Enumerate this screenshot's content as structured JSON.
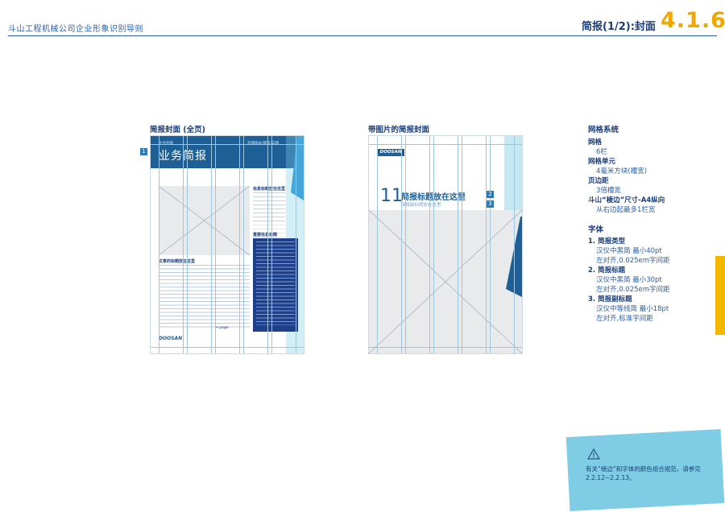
{
  "header": {
    "doc_title": "斗山工程机械公司企业形象识别导则",
    "section_title": "简报(1/2):封面",
    "section_number": "4.1.6"
  },
  "left_page": {
    "caption": "简报封面 (全页)",
    "marker": "1",
    "banner_small_left": "企业名称",
    "banner_small_right": "首期版本/期次/日期",
    "banner_title": "业务简报",
    "sidebar_heading": "信息标题放在这里",
    "article_heading": "文章的标题放在这里",
    "box_heading": "重要信息标题",
    "more_link": "→ page",
    "logo": "DOOSAN"
  },
  "right_page": {
    "caption": "带图片的简报封面",
    "issue_number": "11",
    "title": "简报标题放在这里",
    "subtitle": "简报副标题放在这里",
    "marker_2": "2",
    "marker_3": "3",
    "logo": "DOOSAN"
  },
  "spec": {
    "grid_heading": "网格系统",
    "items": [
      {
        "label": "网格",
        "value": "6栏"
      },
      {
        "label": "网格单元",
        "value": "4毫米方块(槽宽)"
      },
      {
        "label": "页边距",
        "value": "3倍槽宽"
      },
      {
        "label": "斗山“棱边”尺寸-A4纵向",
        "value": "从右边起最多1栏宽"
      }
    ],
    "font_heading": "字体",
    "fonts": [
      {
        "label": "1. 简报类型",
        "line1": "汉仪中黑简  最小40pt",
        "line2": "左对齐,0.025em字间距"
      },
      {
        "label": "2. 简报标题",
        "line1": "汉仪中黑简  最小30pt",
        "line2": "左对齐,0.025em字间距"
      },
      {
        "label": "3. 简报副标题",
        "line1": "汉仪中等线简  最小18pt",
        "line2": "左对齐,标准字间距"
      }
    ]
  },
  "note": {
    "icon": "warning-icon",
    "text": "有关“棱边”和字体的颜色组合规范，请参见2.2.12~2.2.13。"
  },
  "colors": {
    "brand_blue": "#1b3d7a",
    "banner_blue": "#1e5f95",
    "accent_orange": "#f0a800",
    "guide_blue": "#9fc6de",
    "note_cyan": "#7ecde4"
  }
}
